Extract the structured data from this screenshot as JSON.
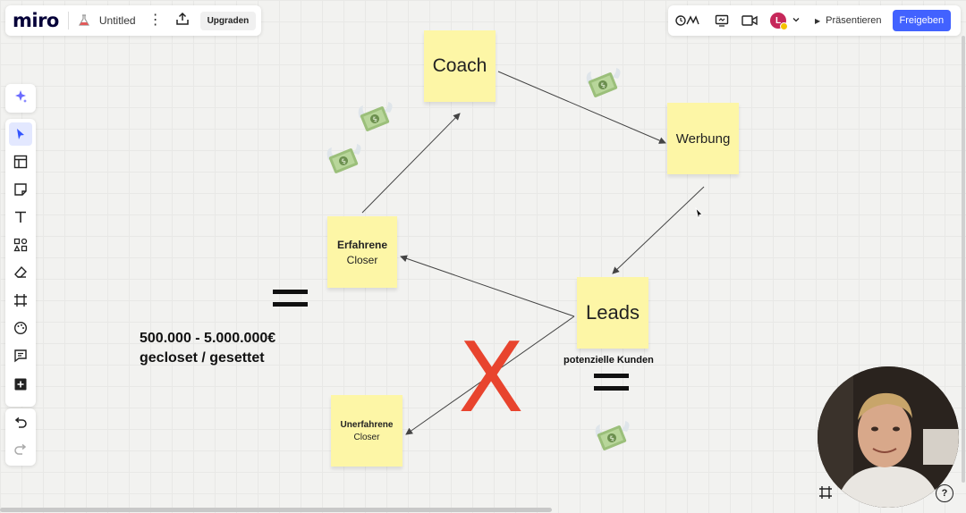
{
  "app": {
    "logo": "miro",
    "board_title": "Untitled",
    "upgrade_label": "Upgraden"
  },
  "topbar_right": {
    "avatar_initial": "L",
    "present_label": "Präsentieren",
    "share_label": "Freigeben"
  },
  "stickies": {
    "coach": "Coach",
    "werbung": "Werbung",
    "erfahrene_line1": "Erfahrene",
    "erfahrene_line2": "Closer",
    "leads": "Leads",
    "unerfahrene_line1": "Unerfahrene",
    "unerfahrene_line2": "Closer"
  },
  "canvas_text": {
    "amount_line1": "500.000 - 5.000.000€",
    "amount_line2": "gecloset / gesettet",
    "potential_customers": "potenzielle Kunden",
    "cross": "X"
  },
  "colors": {
    "sticky_yellow": "#fdf6a6",
    "accent_blue": "#4262ff",
    "cross_red": "#e8442e",
    "avatar": "#c6275a"
  },
  "icons": {
    "money": "money-with-wings-icon",
    "equals": "equals-sign"
  }
}
